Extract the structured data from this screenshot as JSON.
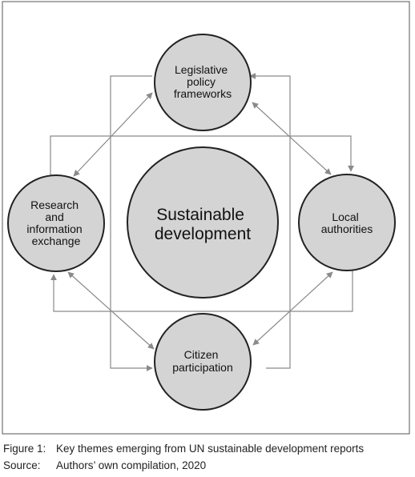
{
  "diagram": {
    "nodes": {
      "center": [
        "Sustainable",
        "development"
      ],
      "top": [
        "Legislative",
        "policy",
        "frameworks"
      ],
      "left": [
        "Research",
        "and",
        "information",
        "exchange"
      ],
      "right": [
        "Local",
        "authorities"
      ],
      "bottom": [
        "Citizen",
        "participation"
      ]
    },
    "colors": {
      "node_fill": "#d4d4d4",
      "node_stroke": "#222222",
      "connector": "#8a8a8a",
      "frame": "#555555"
    }
  },
  "caption": {
    "figure_key": "Figure 1:",
    "figure_text": "Key themes emerging from UN sustainable development reports",
    "source_key": "Source:",
    "source_text": "Authors’ own compilation, 2020"
  }
}
